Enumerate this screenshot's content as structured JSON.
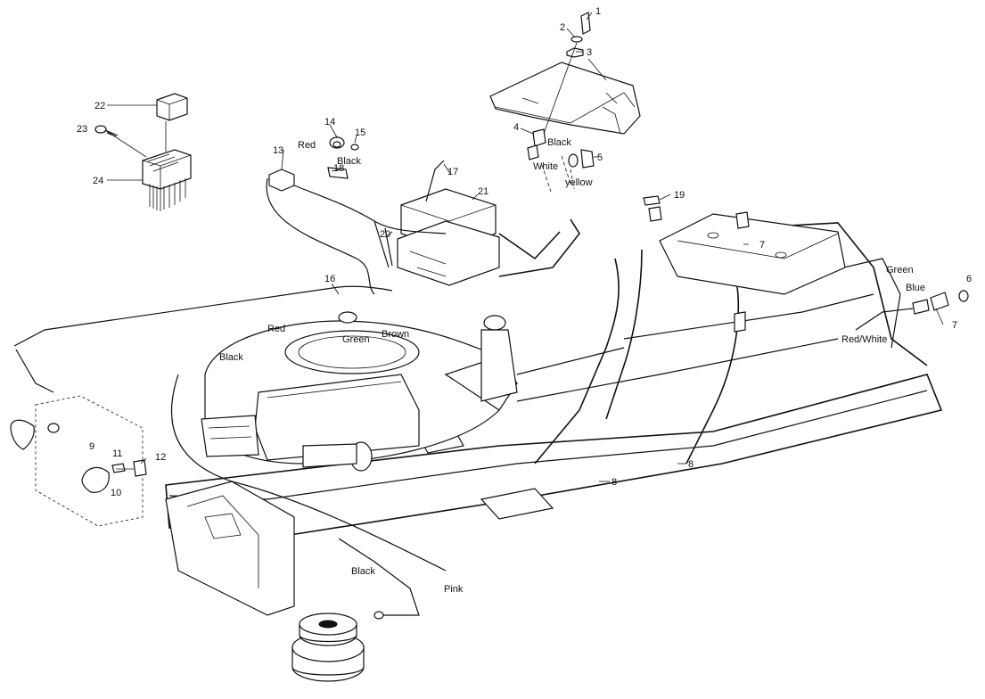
{
  "callouts": {
    "c1": "1",
    "c2": "2",
    "c3": "3",
    "c4": "4",
    "c5": "5",
    "c6": "6",
    "c7a": "7",
    "c7b": "7",
    "c8a": "8",
    "c8b": "8",
    "c9": "9",
    "c10": "10",
    "c11": "11",
    "c12": "12",
    "c13": "13",
    "c14": "14",
    "c15": "15",
    "c16": "16",
    "c17": "17",
    "c18": "18",
    "c19": "19",
    "c20": "20",
    "c21": "21",
    "c22": "22",
    "c23": "23",
    "c24": "24"
  },
  "wire_labels": {
    "red_top": "Red",
    "black_top": "Black",
    "black_dash": "Black",
    "white_dash": "White",
    "yellow_dash": "yellow",
    "green_right": "Green",
    "blue_right": "Blue",
    "red_white": "Red/White",
    "red_engine": "Red",
    "green_engine": "Green",
    "brown_engine": "Brown",
    "black_engine": "Black",
    "black_bottom": "Black",
    "pink_bottom": "Pink"
  }
}
